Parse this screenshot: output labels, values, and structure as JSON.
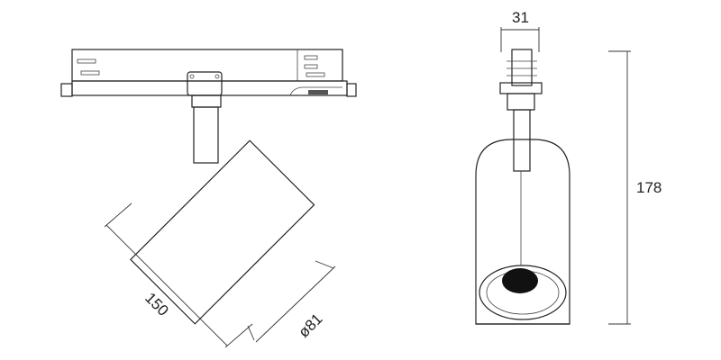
{
  "drawing": {
    "dimensions": {
      "length": "150",
      "diameter": "ø81",
      "bracket_width": "31",
      "height": "178"
    }
  }
}
